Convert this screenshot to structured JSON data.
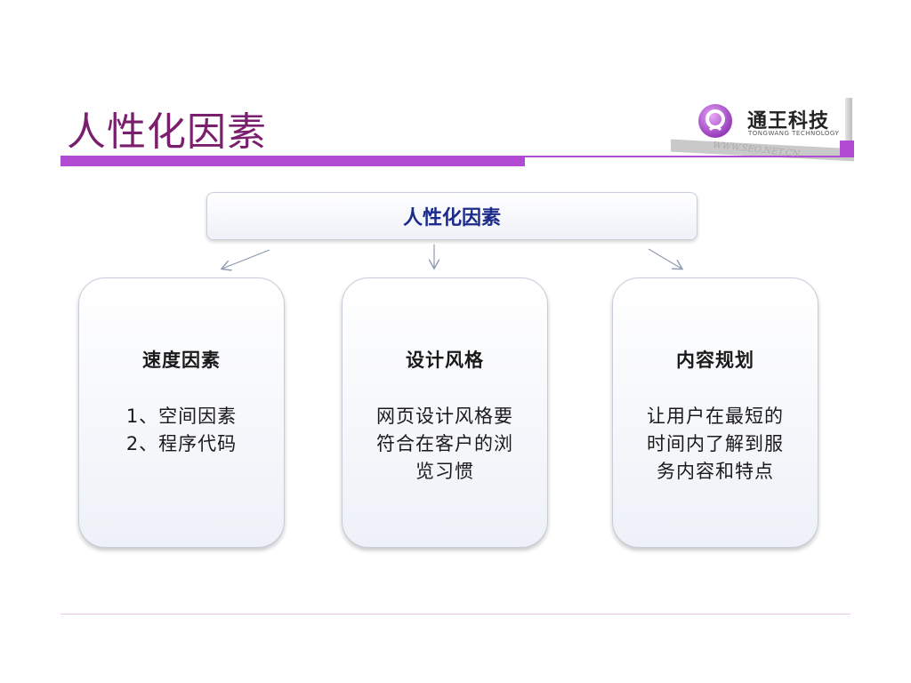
{
  "slide": {
    "title": "人性化因素"
  },
  "logo": {
    "name": "通王科技",
    "subtitle": "TONGWANG TECHNOLOGY",
    "url": "WWW.SEO.NET.CN",
    "brand_color": "#b24bd3"
  },
  "diagram": {
    "root": "人性化因素",
    "cards": [
      {
        "title": "速度因素",
        "lines": [
          "1、空间因素",
          "2、程序代码"
        ]
      },
      {
        "title": "设计风格",
        "lines": [
          "网页设计风格要",
          "符合在客户的浏",
          "览习惯"
        ]
      },
      {
        "title": "内容规划",
        "lines": [
          "让用户在最短的",
          "时间内了解到服",
          "务内容和特点"
        ]
      }
    ]
  },
  "colors": {
    "title": "#7a1f6e",
    "accent_bar": "#b24bd3",
    "root_text": "#1c2a8a"
  }
}
